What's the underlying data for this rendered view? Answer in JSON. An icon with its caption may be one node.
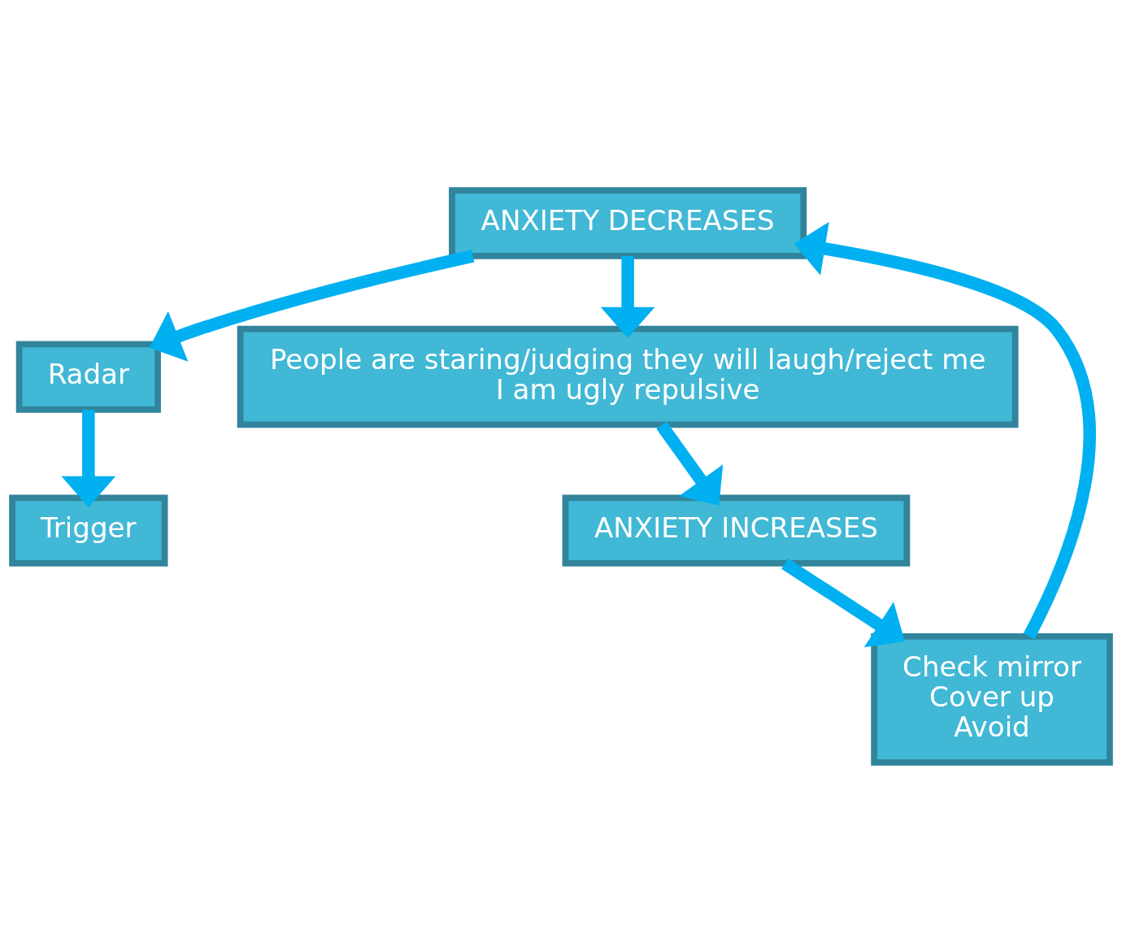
{
  "diagram": {
    "nodes": [
      {
        "text": [
          "Trigger"
        ]
      },
      {
        "text": [
          "Radar"
        ]
      },
      {
        "text": [
          "People are staring/judging they will laugh/reject me",
          "I am ugly repulsive"
        ]
      },
      {
        "text": [
          "ANXIETY DECREASES"
        ]
      },
      {
        "text": [
          "ANXIETY INCREASES"
        ]
      },
      {
        "text": [
          "Check mirror",
          "Cover up",
          "Avoid"
        ]
      }
    ],
    "edges": [
      {
        "from": 1,
        "to": 0,
        "arrow": "to"
      },
      {
        "from": 2,
        "to": 4,
        "arrow": "to"
      },
      {
        "from": 4,
        "to": 5,
        "arrow": "to"
      },
      {
        "from": 5,
        "to": 3,
        "arrow": "to"
      },
      {
        "from": 3,
        "to": 2,
        "arrow": "to"
      },
      {
        "from": 3,
        "to": 1,
        "arrow": "to"
      }
    ]
  }
}
